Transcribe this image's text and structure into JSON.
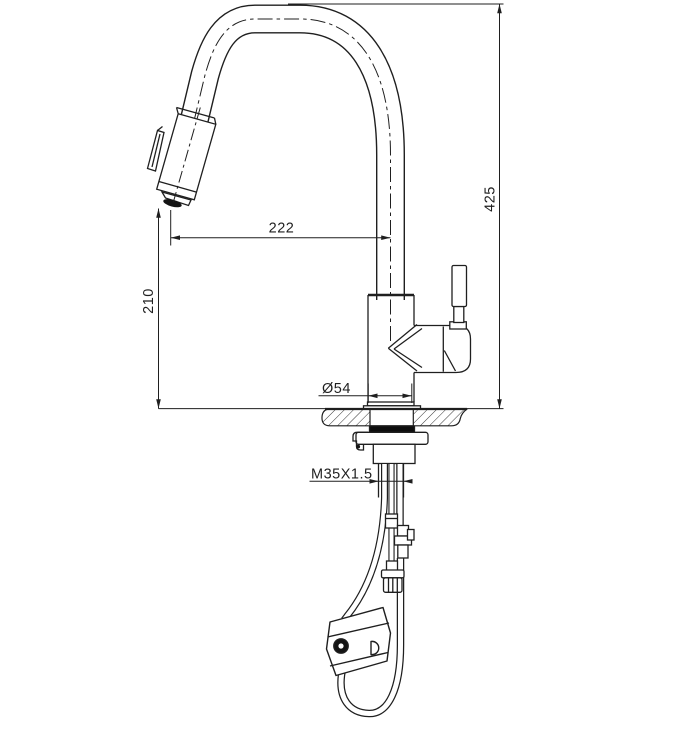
{
  "drawing": {
    "dimensions": {
      "total_height": "425",
      "spout_reach": "222",
      "spout_height": "210",
      "flange_diameter": "Ø54",
      "shank_thread": "M35X1.5"
    }
  }
}
